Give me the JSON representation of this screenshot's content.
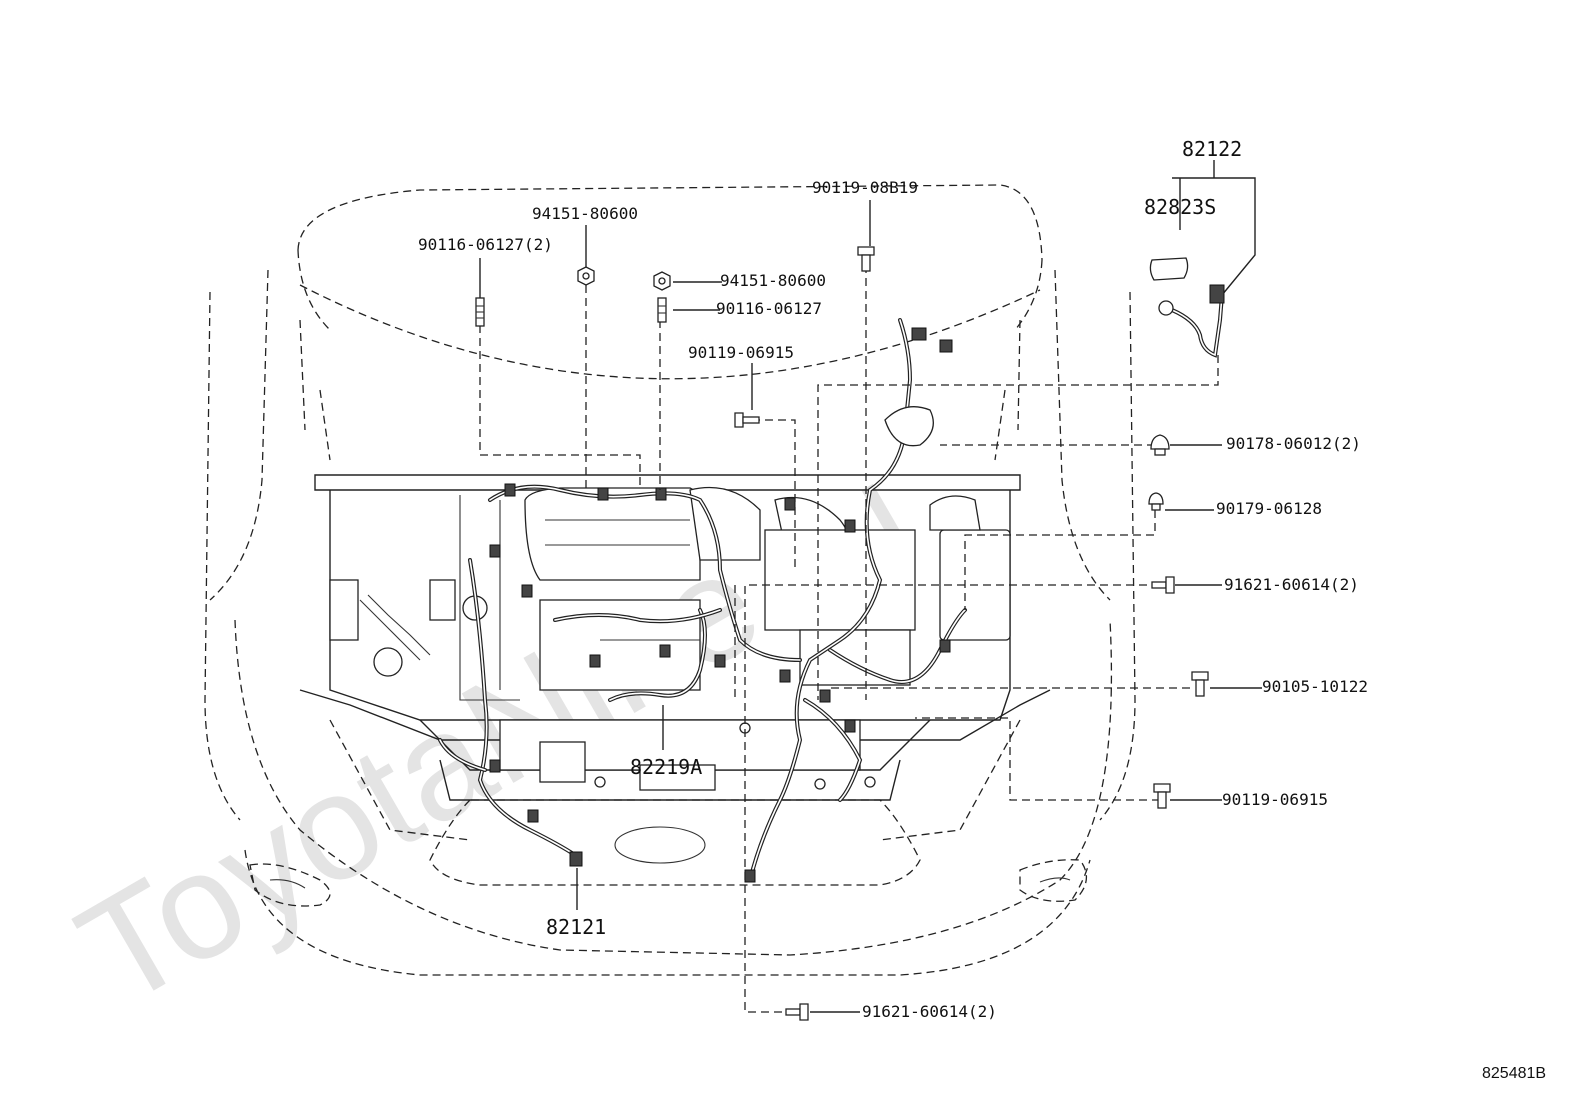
{
  "watermark": "ToyotaNine.ru",
  "figure_code": "825481B",
  "labels": {
    "l82122": "82122",
    "l82823s": "82823S",
    "l9011908b19": "90119-08B19",
    "l9415180600a": "94151-80600",
    "l9011606127x2": "90116-06127(2)",
    "l9415180600b": "94151-80600",
    "l9011606127": "90116-06127",
    "l9011906915a": "90119-06915",
    "l9017806012x2": "90178-06012(2)",
    "l9017906128": "90179-06128",
    "l9162160614x2a": "91621-60614(2)",
    "l9010510122": "90105-10122",
    "l9011906915b": "90119-06915",
    "l82219a": "82219A",
    "l82121": "82121",
    "l9162160614x2b": "91621-60614(2)"
  },
  "icons": [
    "bolt-icon",
    "nut-icon",
    "stud-icon",
    "clip-icon",
    "grommet-icon",
    "cap-icon"
  ]
}
